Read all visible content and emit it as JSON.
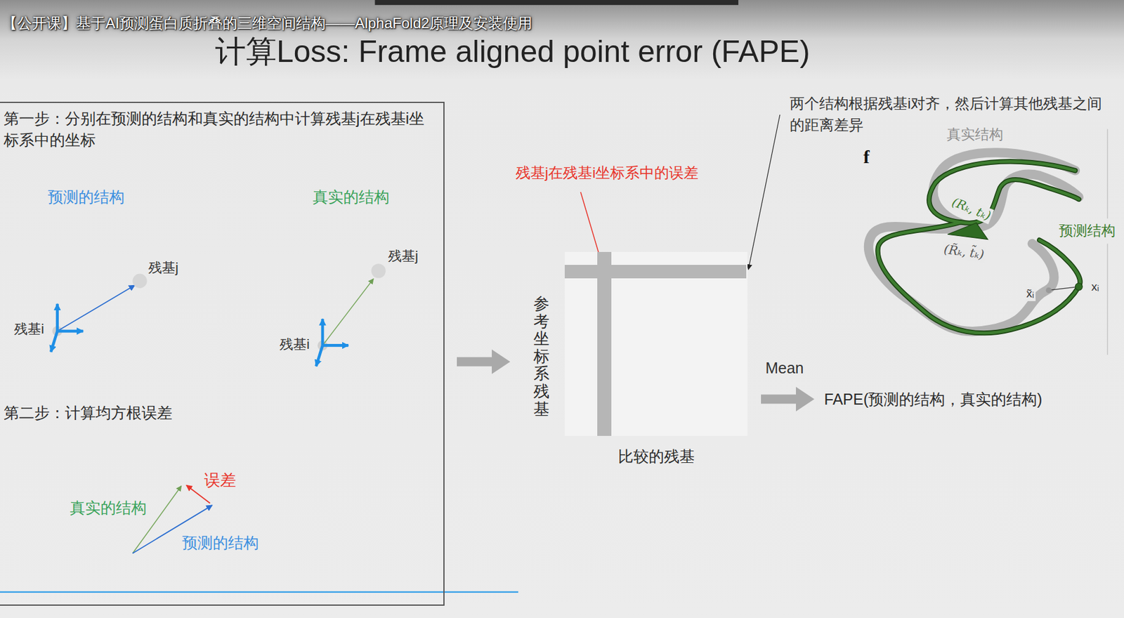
{
  "diagram": {
    "title": "计算Loss: Frame aligned point error (FAPE)",
    "nodes": [
      {
        "text": [
          "第一步：分别在预测的结构和真实的结构中计算残基j在残基i坐标系中的坐标",
          "第二步：计算均方根误差"
        ]
      },
      {
        "text": [
          "参考坐标系残基",
          "比较的残基"
        ]
      },
      {
        "text": [
          "FAPE(预测的结构，真实的结构)"
        ]
      }
    ],
    "edges": [
      {
        "from": 0,
        "to": 1,
        "arrow": "to"
      },
      {
        "from": 1,
        "to": 2,
        "label": "Mean",
        "arrow": "to"
      }
    ],
    "labels": [
      "【公开课】基于AI预测蛋白质折叠的三维空间结构——AlphaFold2原理及安装使用",
      "预测的结构",
      "真实的结构",
      "残基j",
      "残基i",
      "残基j",
      "残基i",
      "误差",
      "真实的结构",
      "预测的结构",
      "残基j在残基i坐标系中的误差",
      "两个结构根据残基i对齐，然后计算其他残基之间的距离差异",
      "f",
      "真实结构",
      "(Rₖ, tₖ)",
      "(R̃ₖ, t̃ₖ)",
      "预测结构",
      "x̃ᵢ",
      "xᵢ"
    ]
  }
}
